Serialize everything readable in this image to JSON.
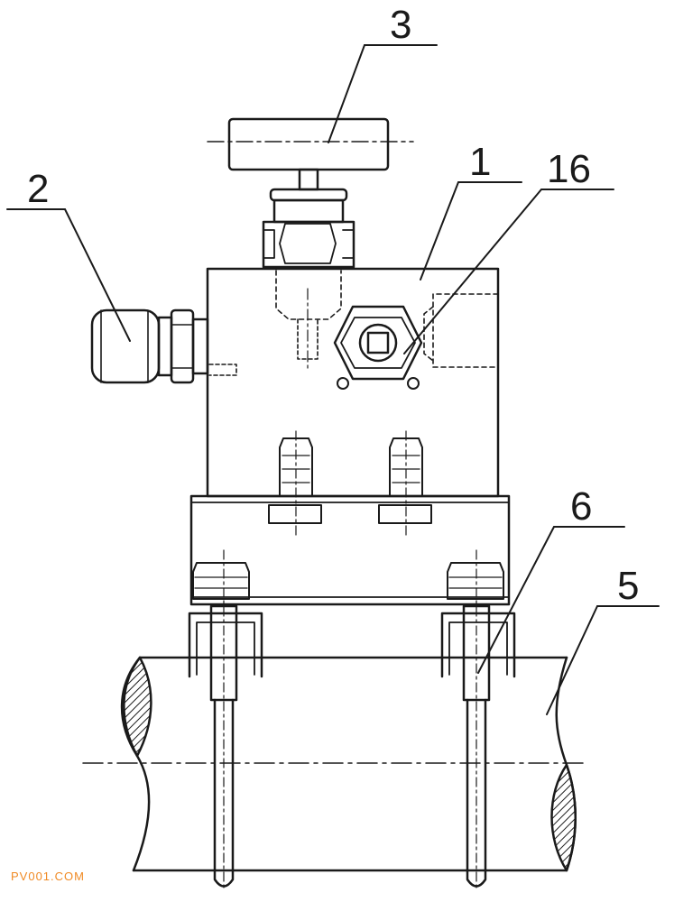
{
  "diagram": {
    "callouts": [
      {
        "id": "1",
        "label": "1"
      },
      {
        "id": "2",
        "label": "2"
      },
      {
        "id": "3",
        "label": "3"
      },
      {
        "id": "5",
        "label": "5"
      },
      {
        "id": "6",
        "label": "6"
      },
      {
        "id": "16",
        "label": "16"
      }
    ]
  },
  "watermark": {
    "text": "PV001.COM",
    "color": "#f08a24"
  },
  "colors": {
    "line": "#1a1a1a",
    "hatch": "#1a1a1a",
    "background": "#ffffff"
  }
}
